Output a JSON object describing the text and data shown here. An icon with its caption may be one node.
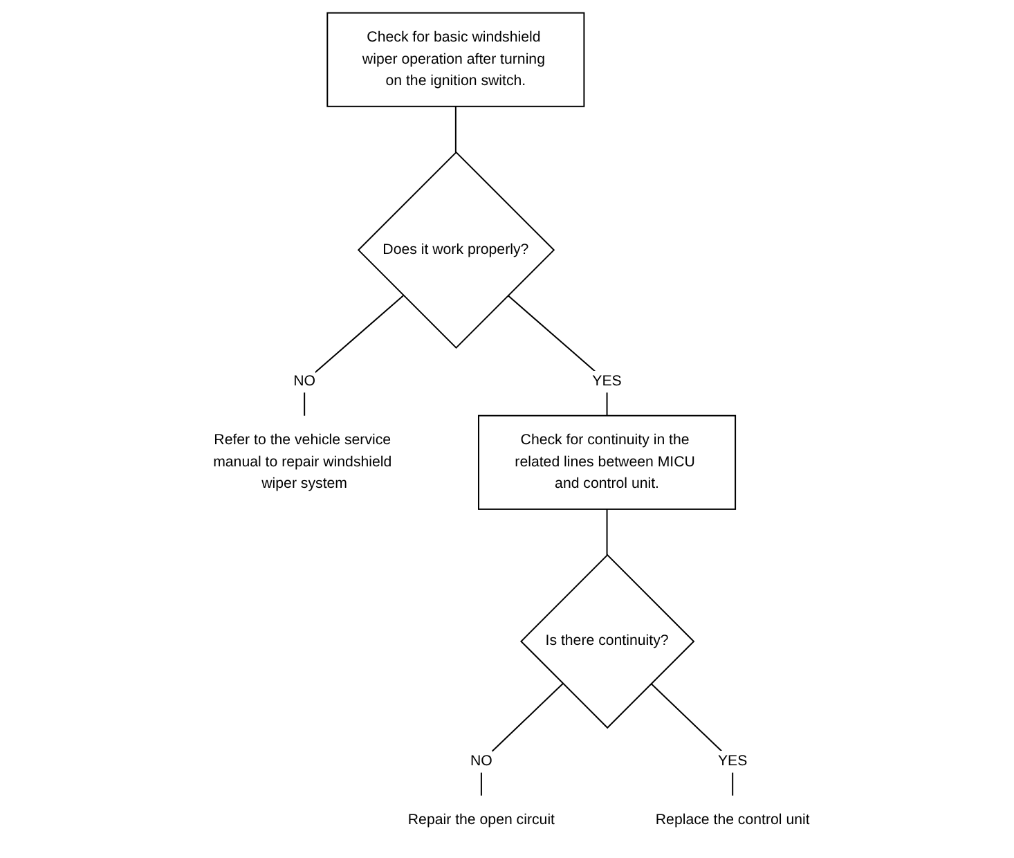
{
  "diagram": {
    "nodes": [
      {
        "text": [
          "Check for basic windshield wiper operation after turning on the ignition switch."
        ]
      },
      {
        "text": [
          "Does it work properly?"
        ]
      },
      {
        "text": [
          "Refer to the vehicle service manual to repair windshield wiper system"
        ]
      },
      {
        "text": [
          "Check for continuity in the related lines between MICU and control unit."
        ]
      },
      {
        "text": [
          "Is there continuity?"
        ]
      },
      {
        "text": [
          "Repair the open circuit"
        ]
      },
      {
        "text": [
          "Replace the control unit"
        ]
      }
    ],
    "edges": [
      {
        "from": 0,
        "to": 1,
        "arrow": "none"
      },
      {
        "from": 1,
        "to": 2,
        "arrow": "none",
        "label": "NO"
      },
      {
        "from": 1,
        "to": 3,
        "arrow": "none",
        "label": "YES"
      },
      {
        "from": 3,
        "to": 4,
        "arrow": "none"
      },
      {
        "from": 4,
        "to": 5,
        "arrow": "none",
        "label": "NO"
      },
      {
        "from": 4,
        "to": 6,
        "arrow": "none",
        "label": "YES"
      }
    ]
  }
}
